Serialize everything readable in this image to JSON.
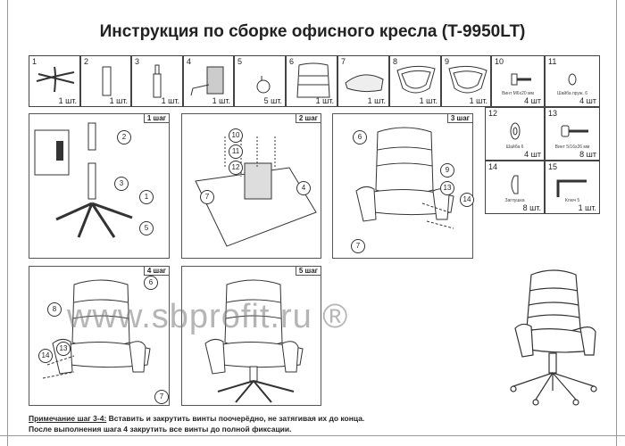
{
  "title": "Инструкция по сборке офисного кресла (T-9950LT)",
  "parts": [
    {
      "n": "1",
      "qty": "1 шт."
    },
    {
      "n": "2",
      "qty": "1 шт."
    },
    {
      "n": "3",
      "qty": "1 шт."
    },
    {
      "n": "4",
      "qty": "1 шт."
    },
    {
      "n": "5",
      "qty": "5 шт."
    },
    {
      "n": "6",
      "qty": "1 шт."
    },
    {
      "n": "7",
      "qty": "1 шт."
    },
    {
      "n": "8",
      "qty": "1 шт."
    },
    {
      "n": "9",
      "qty": "1 шт."
    },
    {
      "n": "10",
      "qty": "4 шт",
      "caption": "Винт М6х20 мм"
    },
    {
      "n": "11",
      "qty": "4 шт",
      "caption": "Шайба пруж. 6"
    },
    {
      "n": "12",
      "qty": "4 шт",
      "caption": "Шайба 6"
    },
    {
      "n": "13",
      "qty": "8 шт",
      "caption": "Винт 5/16х26 мм"
    },
    {
      "n": "14",
      "qty": "8 шт.",
      "caption": "Заглушка"
    },
    {
      "n": "15",
      "qty": "1 шт.",
      "caption": "Ключ 5"
    }
  ],
  "steps": [
    {
      "label": "1 шаг"
    },
    {
      "label": "2 шаг"
    },
    {
      "label": "3 шаг"
    },
    {
      "label": "4 шаг"
    },
    {
      "label": "5 шаг"
    }
  ],
  "callouts": {
    "s1": [
      "2",
      "3",
      "1",
      "5"
    ],
    "s2": [
      "10",
      "11",
      "12",
      "7",
      "4"
    ],
    "s3": [
      "6",
      "9",
      "13",
      "14",
      "7"
    ],
    "s4": [
      "6",
      "8",
      "14",
      "13",
      "7"
    ]
  },
  "watermark": "www.sbprofit.ru ®",
  "note": {
    "label": "Примечание шаг 3-4:",
    "line1": " Вставить и закрутить винты поочерёдно, не затягивая их до конца.",
    "line2": "После выполнения шага 4 закрутить все винты до полной фиксации."
  }
}
